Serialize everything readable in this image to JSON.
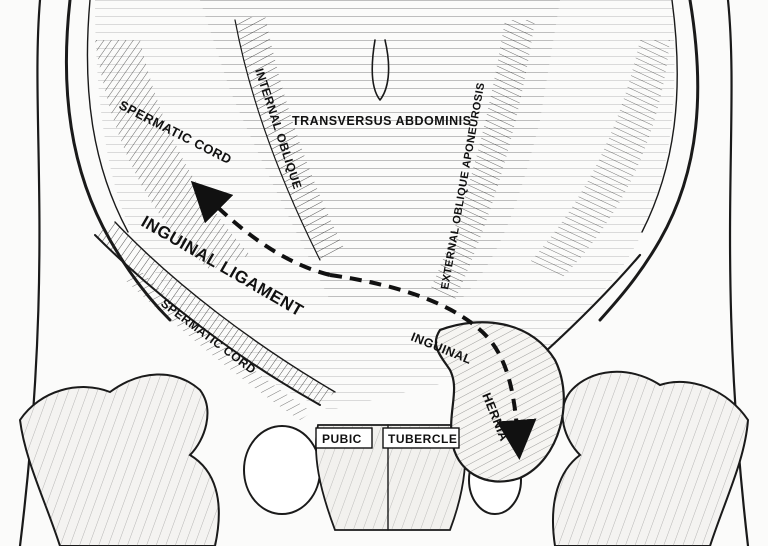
{
  "labels": {
    "transversus": "TRANSVERSUS ABDOMINIS",
    "internal_oblique": "INTERNAL OBLIQUE",
    "external_oblique": "EXTERNAL OBLIQUE APONEUROSIS",
    "spermatic_cord_upper": "SPERMATIC CORD",
    "spermatic_cord_lower": "SPERMATIC CORD",
    "inguinal_ligament": "INGUINAL LIGAMENT",
    "inguinal_hernia_1": "INGUINAL",
    "inguinal_hernia_2": "HERNIA",
    "pubic": "PUBIC",
    "tubercle": "TUBERCLE"
  },
  "colors": {
    "ink": "#1a1a1a",
    "paper": "#fbfbfa",
    "arrow": "#111111"
  }
}
